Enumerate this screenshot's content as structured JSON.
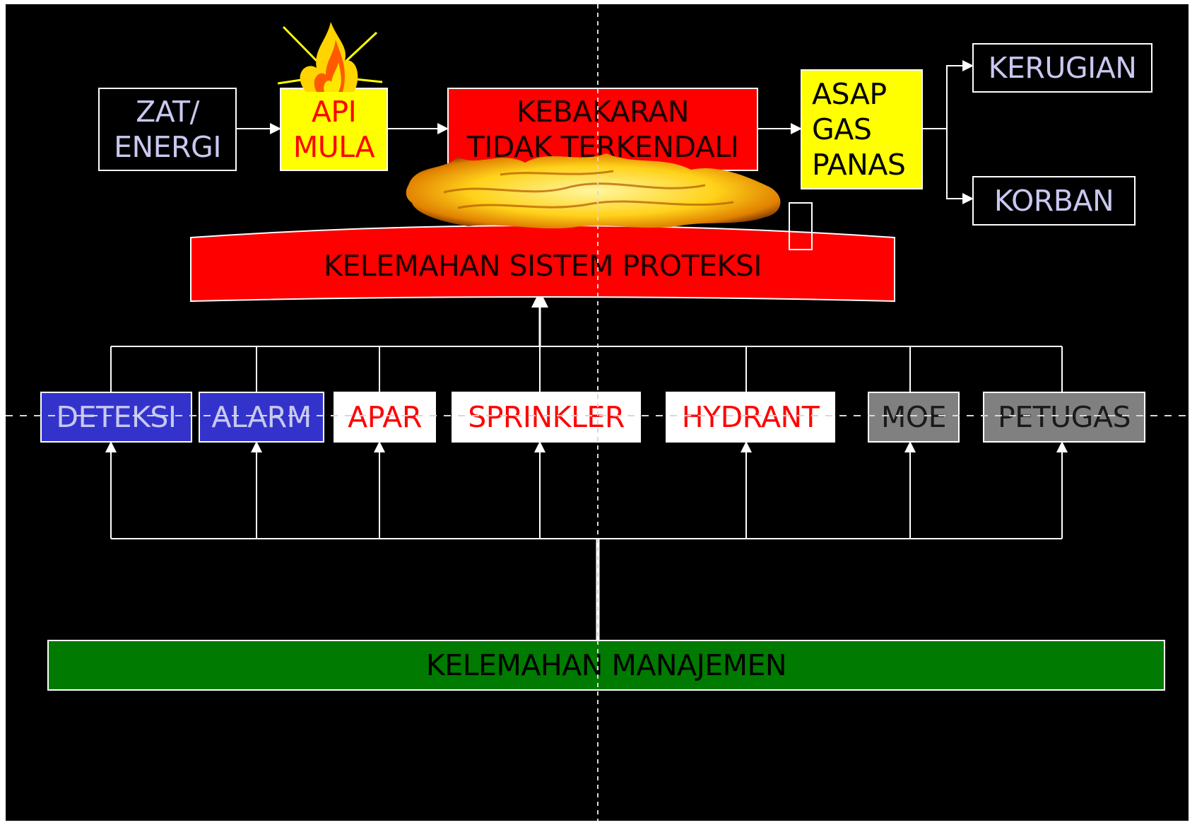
{
  "diagram": {
    "top_chain": {
      "zat_energi": "ZAT/\nENERGI",
      "api_mula": "API\nMULA",
      "kebakaran": "KEBAKARAN\nTIDAK TERKENDALI",
      "asap_gas_panas": "ASAP\nGAS\nPANAS",
      "kerugian": "KERUGIAN",
      "korban": "KORBAN"
    },
    "protection_weakness": "KELEMAHAN SISTEM PROTEKSI",
    "components": [
      {
        "label": "DETEKSI",
        "fill": "#3333cc",
        "text_color": "#c8c8f0"
      },
      {
        "label": "ALARM",
        "fill": "#3333cc",
        "text_color": "#c8c8f0"
      },
      {
        "label": "APAR",
        "fill": "#ffffff",
        "text_color": "#ff0000"
      },
      {
        "label": "SPRINKLER",
        "fill": "#ffffff",
        "text_color": "#ff0000"
      },
      {
        "label": "HYDRANT",
        "fill": "#ffffff",
        "text_color": "#ff0000"
      },
      {
        "label": "MOE",
        "fill": "#808080",
        "text_color": "#1a1a1a"
      },
      {
        "label": "PETUGAS",
        "fill": "#808080",
        "text_color": "#1a1a1a"
      }
    ],
    "management_weakness": "KELEMAHAN MANAJEMEN",
    "colors": {
      "background": "#000000",
      "red": "#ff0000",
      "yellow": "#ffff00",
      "green": "#007a00",
      "blue": "#3333cc",
      "gray": "#808080",
      "lavender_text": "#c8c8f0"
    }
  }
}
